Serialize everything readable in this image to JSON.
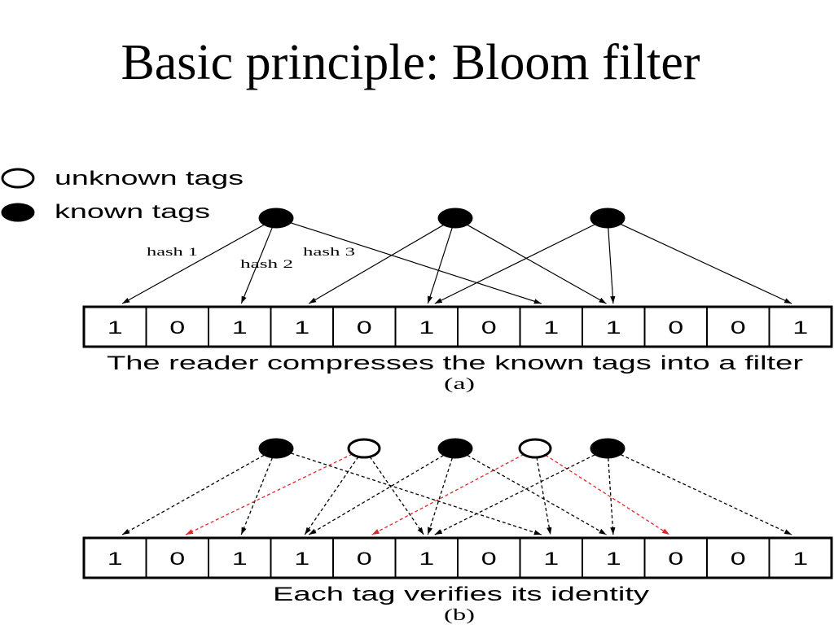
{
  "title": "Basic principle: Bloom filter",
  "legend": {
    "unknown_label": "unknown tags",
    "known_label": "known tags"
  },
  "hash_labels": [
    "hash 1",
    "hash 2",
    "hash 3"
  ],
  "colors": {
    "ink": "#000000",
    "mismatch_arrow": "#e0262b",
    "background": "#ffffff"
  },
  "diagram_a": {
    "caption": "The reader compresses the known tags into a filter",
    "sublabel": "(a)",
    "arrow_style": "solid",
    "bits": [
      1,
      0,
      1,
      1,
      0,
      1,
      0,
      1,
      1,
      0,
      0,
      1
    ],
    "tags": [
      {
        "type": "known",
        "hashes": [
          0,
          2,
          7
        ]
      },
      {
        "type": "known",
        "hashes": [
          3,
          5,
          8
        ]
      },
      {
        "type": "known",
        "hashes": [
          5,
          8,
          11
        ]
      }
    ]
  },
  "diagram_b": {
    "caption": "Each tag verifies its identity",
    "sublabel": "(b)",
    "arrow_style": "dashed",
    "bits": [
      1,
      0,
      1,
      1,
      0,
      1,
      0,
      1,
      1,
      0,
      0,
      1
    ],
    "tags": [
      {
        "type": "known",
        "hashes": [
          0,
          2,
          7
        ]
      },
      {
        "type": "unknown",
        "hashes": [
          1,
          3,
          5
        ]
      },
      {
        "type": "known",
        "hashes": [
          3,
          5,
          8
        ]
      },
      {
        "type": "unknown",
        "hashes": [
          4,
          7,
          9
        ]
      },
      {
        "type": "known",
        "hashes": [
          5,
          8,
          11
        ]
      }
    ]
  }
}
